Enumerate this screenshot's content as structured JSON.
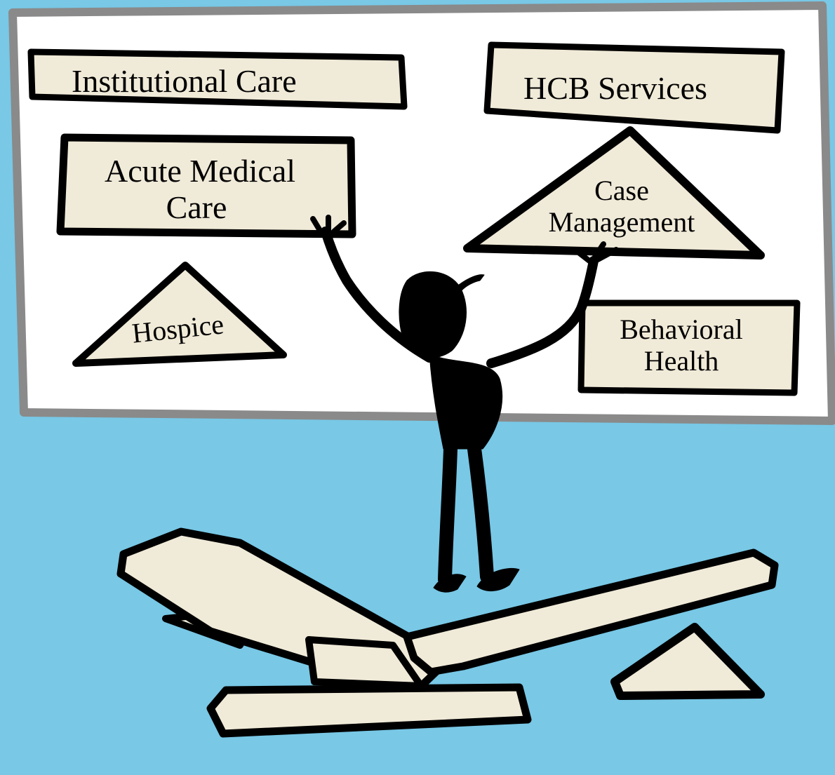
{
  "colors": {
    "background": "#78c8e6",
    "board": "#ffffff",
    "board_frame": "#8a8a8a",
    "card_fill": "#f0ead8",
    "ink": "#000000"
  },
  "labels": {
    "institutional_care": "Institutional Care",
    "hcb_services": "HCB Services",
    "acute_medical_care_line1": "Acute Medical",
    "acute_medical_care_line2": "Care",
    "case_management_line1": "Case",
    "case_management_line2": "Management",
    "hospice": "Hospice",
    "behavioral_health_line1": "Behavioral",
    "behavioral_health_line2": "Health"
  }
}
